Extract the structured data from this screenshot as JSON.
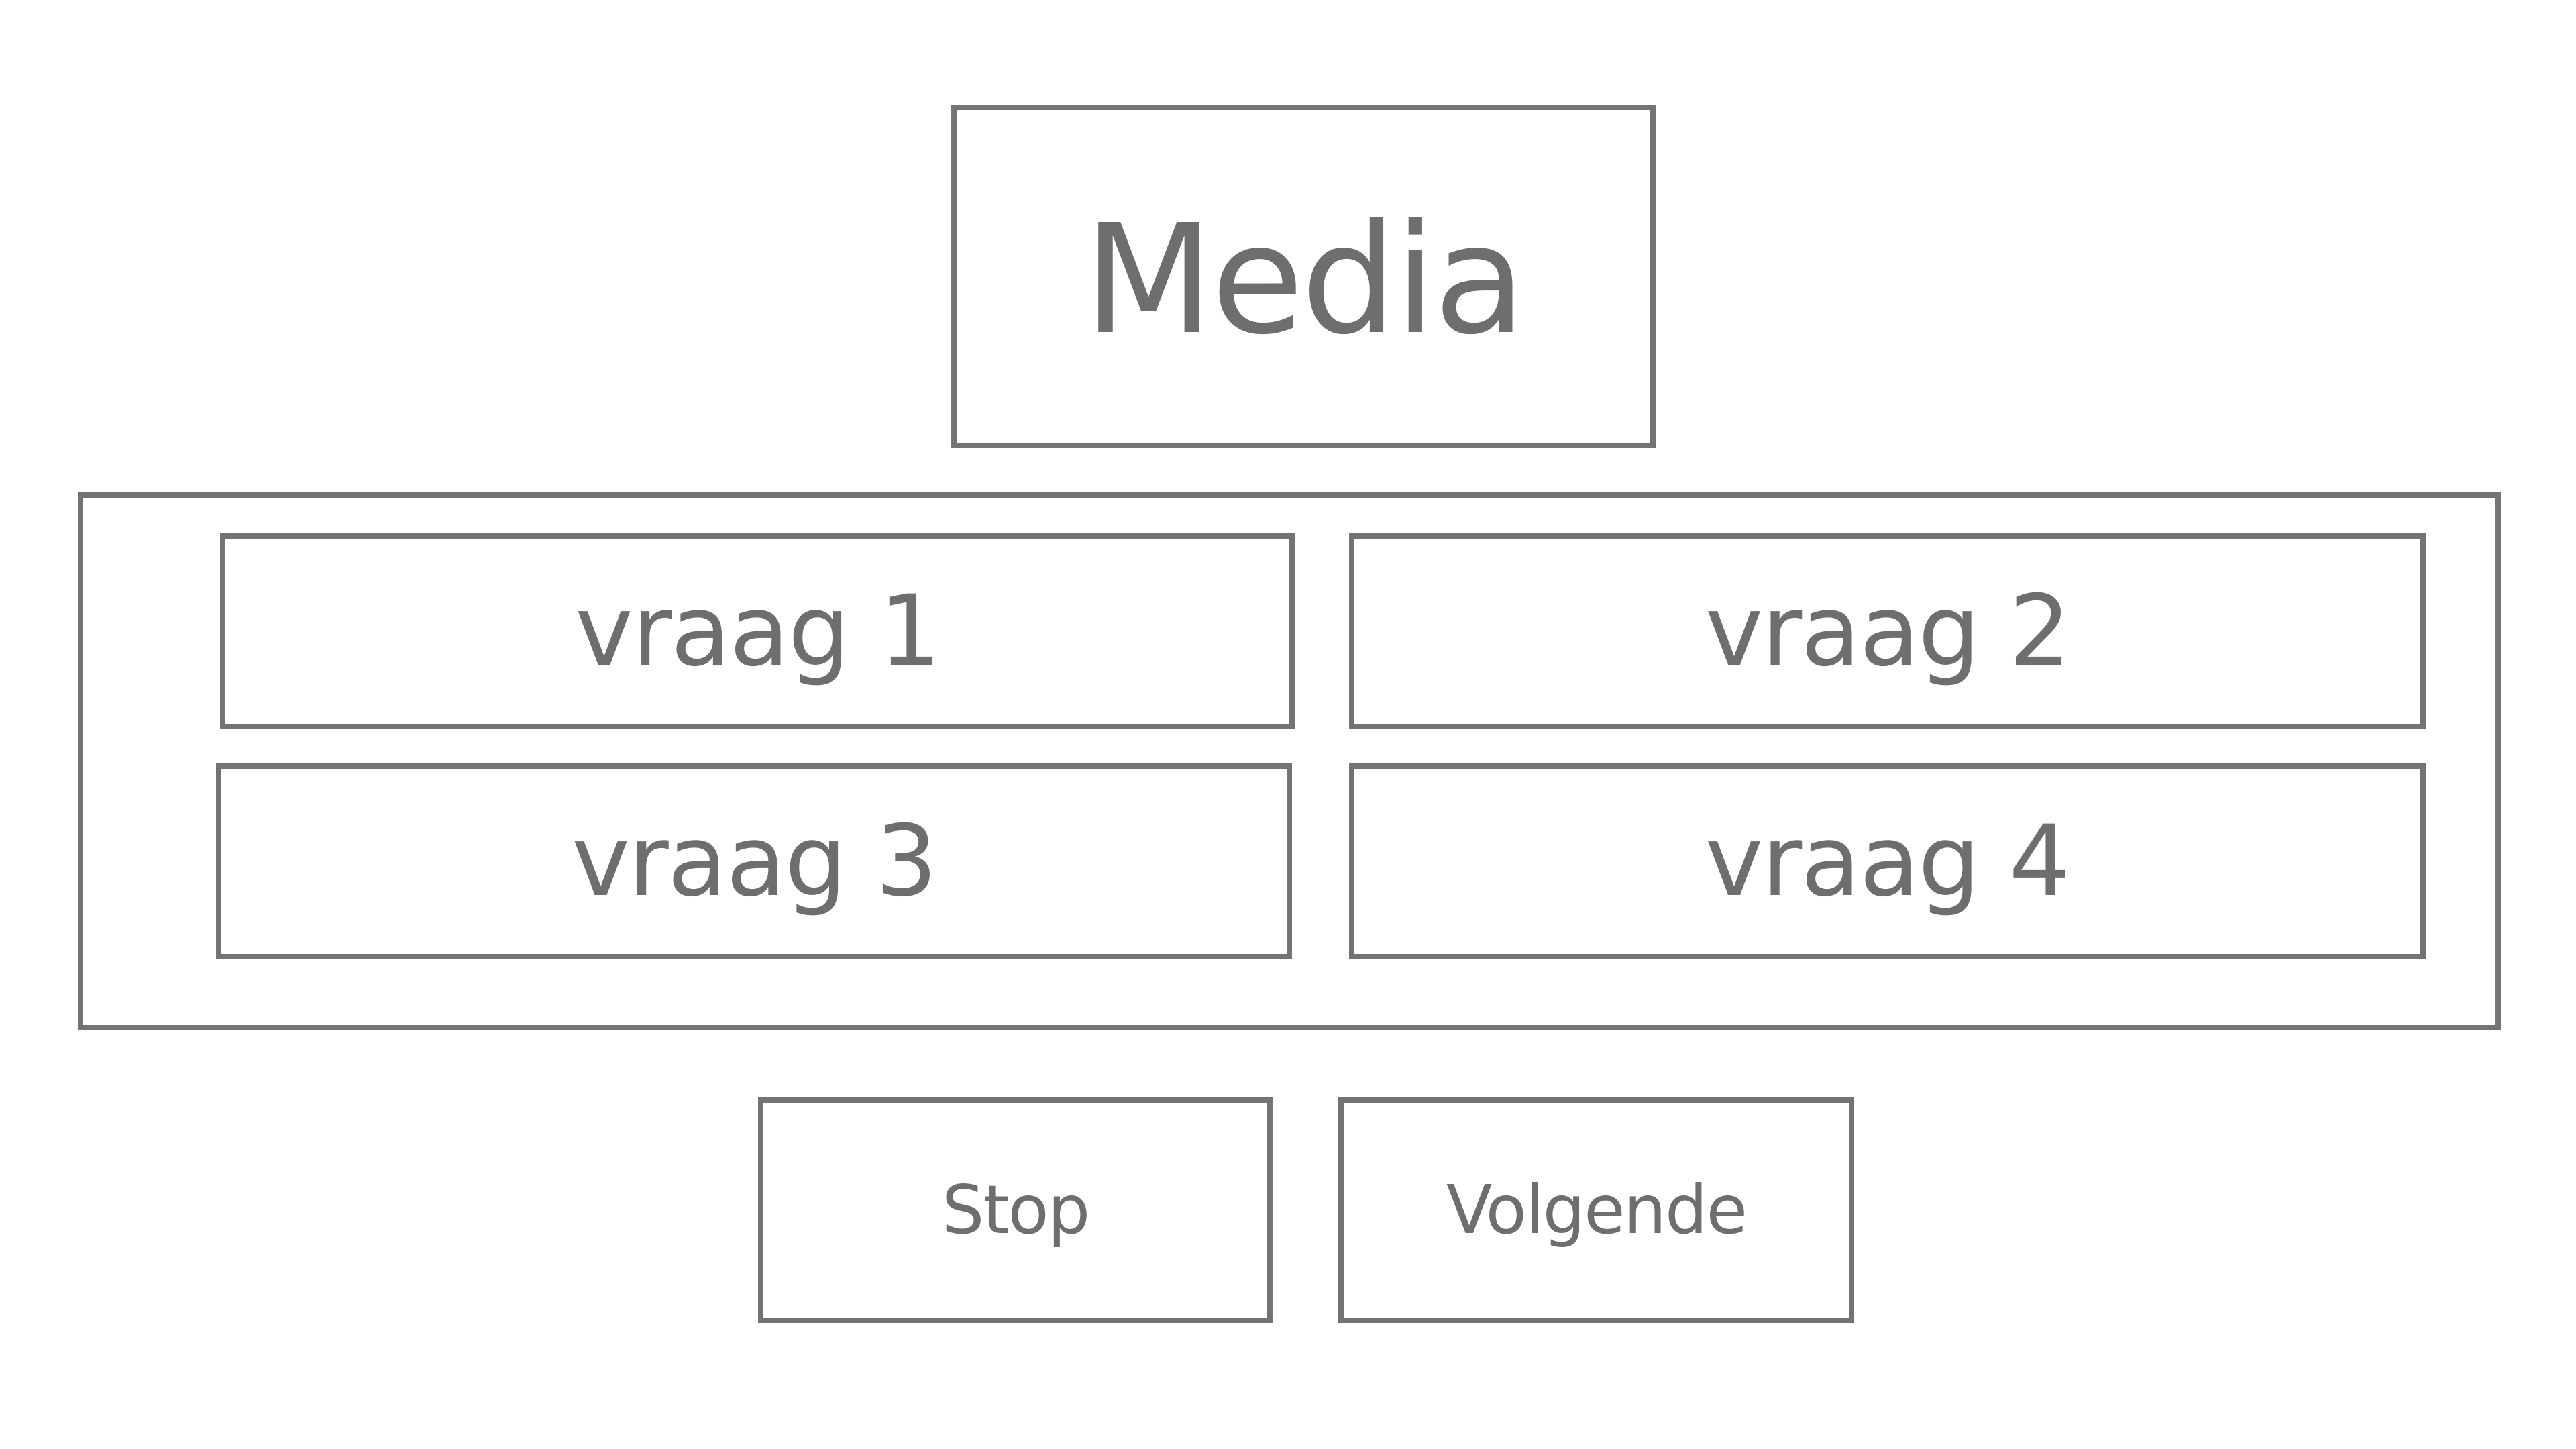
{
  "media": {
    "label": "Media"
  },
  "questions": [
    {
      "label": "vraag 1"
    },
    {
      "label": "vraag 2"
    },
    {
      "label": "vraag 3"
    },
    {
      "label": "vraag 4"
    }
  ],
  "controls": {
    "stop_label": "Stop",
    "next_label": "Volgende"
  },
  "colors": {
    "border": "#737373",
    "text": "#6e6e6e",
    "background": "#ffffff"
  }
}
